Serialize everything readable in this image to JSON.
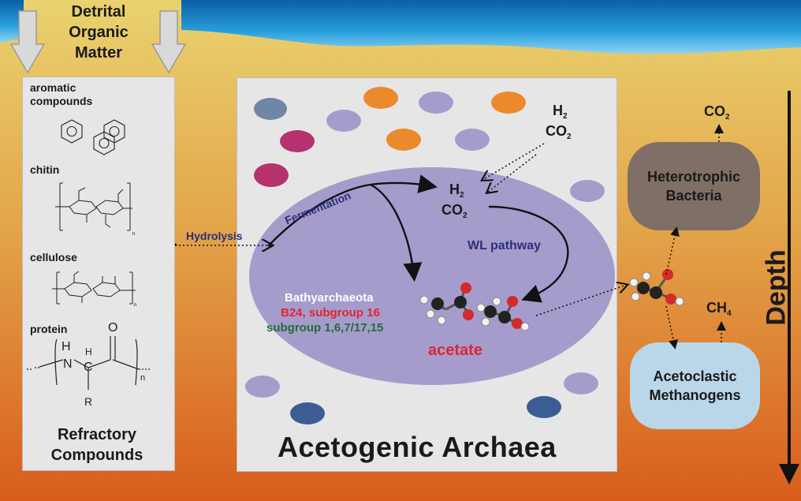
{
  "header": {
    "detrital_label": "Detrital Organic Matter"
  },
  "refractory": {
    "items": [
      "aromatic compounds",
      "chitin",
      "cellulose",
      "protein"
    ],
    "protein_atoms": {
      "h": "H",
      "n": "N",
      "c": "C",
      "o": "O",
      "r": "R",
      "n_sub": "n"
    },
    "polymer_sub": "n",
    "title": "Refractory Compounds"
  },
  "process": {
    "hydrolysis": "Hydrolysis",
    "fermentation": "Fermentation",
    "wl_pathway": "WL pathway"
  },
  "chemistry": {
    "h2": "H",
    "h2_sub": "2",
    "co2": "CO",
    "co2_sub": "2",
    "ch4": "CH",
    "ch4_sub": "4"
  },
  "archaea": {
    "name": "Bathyarchaeota",
    "group_red": "B24, subgroup 16",
    "group_green": "subgroup 1,6,7/17,15",
    "product": "acetate",
    "panel_title": "Acetogenic Archaea"
  },
  "consumers": {
    "heterotrophic": "Heterotrophic Bacteria",
    "methanogens": "Acetoclastic Methanogens"
  },
  "depth_label": "Depth",
  "colors": {
    "sky_top": "#0a5fa6",
    "sediment_top": "#e8cf6a",
    "sediment_bottom": "#d9601e",
    "cell": "#a59ccc",
    "orange_dot": "#ea8a2d",
    "magenta_dot": "#b5326f",
    "navy_dot": "#3b5d93",
    "slate_dot": "#6f86a4",
    "hetero_box": "#7f6f66",
    "methano_box": "#b9d7e8",
    "red_text": "#e02434",
    "green_text": "#246b3a",
    "navy_text": "#2b2f7a"
  }
}
